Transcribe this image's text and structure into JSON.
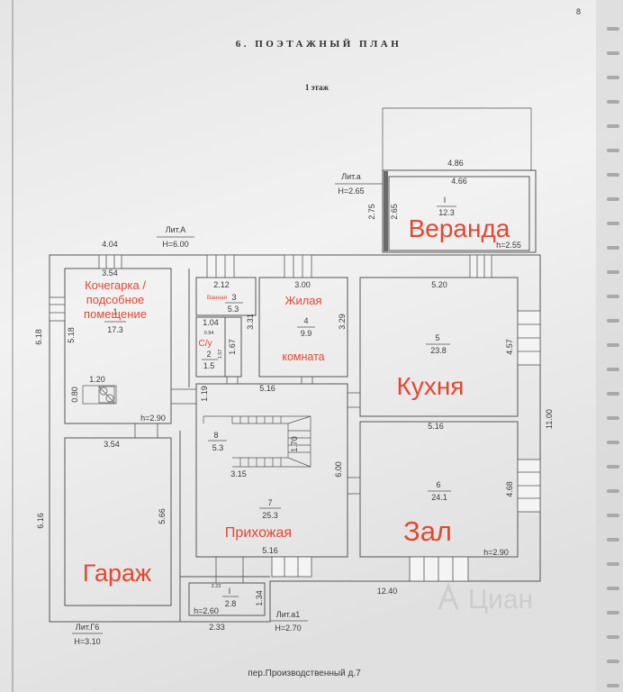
{
  "page": {
    "number": "8",
    "title": "6. ПОЭТАЖНЫЙ ПЛАН",
    "floor": "1 этаж",
    "address": "пер.Производственный д.7",
    "watermark": "Циан"
  },
  "colors": {
    "label_red": "#e4472f",
    "line": "#555555",
    "dim_text": "#3a3a3a"
  },
  "literas": {
    "a": {
      "label": "Лит.а",
      "height": "H=2.65"
    },
    "A": {
      "label": "Лит.А",
      "height": "H=6.00"
    },
    "g6": {
      "label": "Лит.Г6",
      "height": "H=3.10"
    },
    "a1": {
      "label": "Лит.а1",
      "height": "H=2.70"
    }
  },
  "rooms": {
    "veranda": {
      "name": "Веранда",
      "number": "I",
      "area": "12.3",
      "height": "h=2.55"
    },
    "boiler": {
      "name_lines": [
        "Кочегарка /",
        "подсобное",
        "помещение"
      ],
      "number": "1",
      "area": "17.3",
      "height": "h=2.90"
    },
    "bath": {
      "name": "Ванная",
      "number": "3",
      "area": "5.3"
    },
    "wc": {
      "name": "С/у",
      "number": "2",
      "area": "1.5"
    },
    "living": {
      "name_lines": [
        "Жилая",
        "комната"
      ],
      "number": "4",
      "area": "9.9"
    },
    "kitchen": {
      "name": "Кухня",
      "number": "5",
      "area": "23.8"
    },
    "stairs": {
      "number": "8",
      "area": "5.3"
    },
    "hall": {
      "name": "Прихожая",
      "number": "7",
      "area": "25.3"
    },
    "lounge": {
      "name": "Зал",
      "number": "6",
      "area": "24.1",
      "height": "h=2.90"
    },
    "garage": {
      "name": "Гараж"
    },
    "porch": {
      "number": "I",
      "area": "2.8",
      "height": "h=2.60"
    }
  },
  "dimensions": {
    "veranda": {
      "outer_width": "4.86",
      "inner_width": "4.66",
      "outer_depth": "2.75",
      "inner_depth": "2.65"
    },
    "boiler": {
      "outer_width": "4.04",
      "inner_width": "3.54",
      "outer_length": "6.18",
      "inner_length": "5.18",
      "stove_width": "1.20",
      "stove_depth": "0.80"
    },
    "garage": {
      "inner_width": "3.54",
      "outer_length": "6.16",
      "inner_length": "5.66"
    },
    "bath": {
      "width": "2.12"
    },
    "living": {
      "width": "3.00",
      "length_left": "3.31",
      "length_right": "3.29"
    },
    "wc": {
      "width": "1.04",
      "inner_width": "0.94",
      "length": "1.57",
      "side": "1.67"
    },
    "corridor": {
      "width": "5.16",
      "depth": "1.19"
    },
    "kitchen": {
      "width": "5.20",
      "length": "4.57"
    },
    "lounge": {
      "width": "5.16",
      "length": "4.68"
    },
    "right_section": {
      "total": "11.00"
    },
    "stairs": {
      "length": "1.70",
      "width": "3.15"
    },
    "hall": {
      "length": "6.00",
      "width": "5.16"
    },
    "porch": {
      "width": "2.23",
      "outer_width": "2.33",
      "depth": "1.34"
    },
    "building": {
      "length": "12.40"
    }
  }
}
